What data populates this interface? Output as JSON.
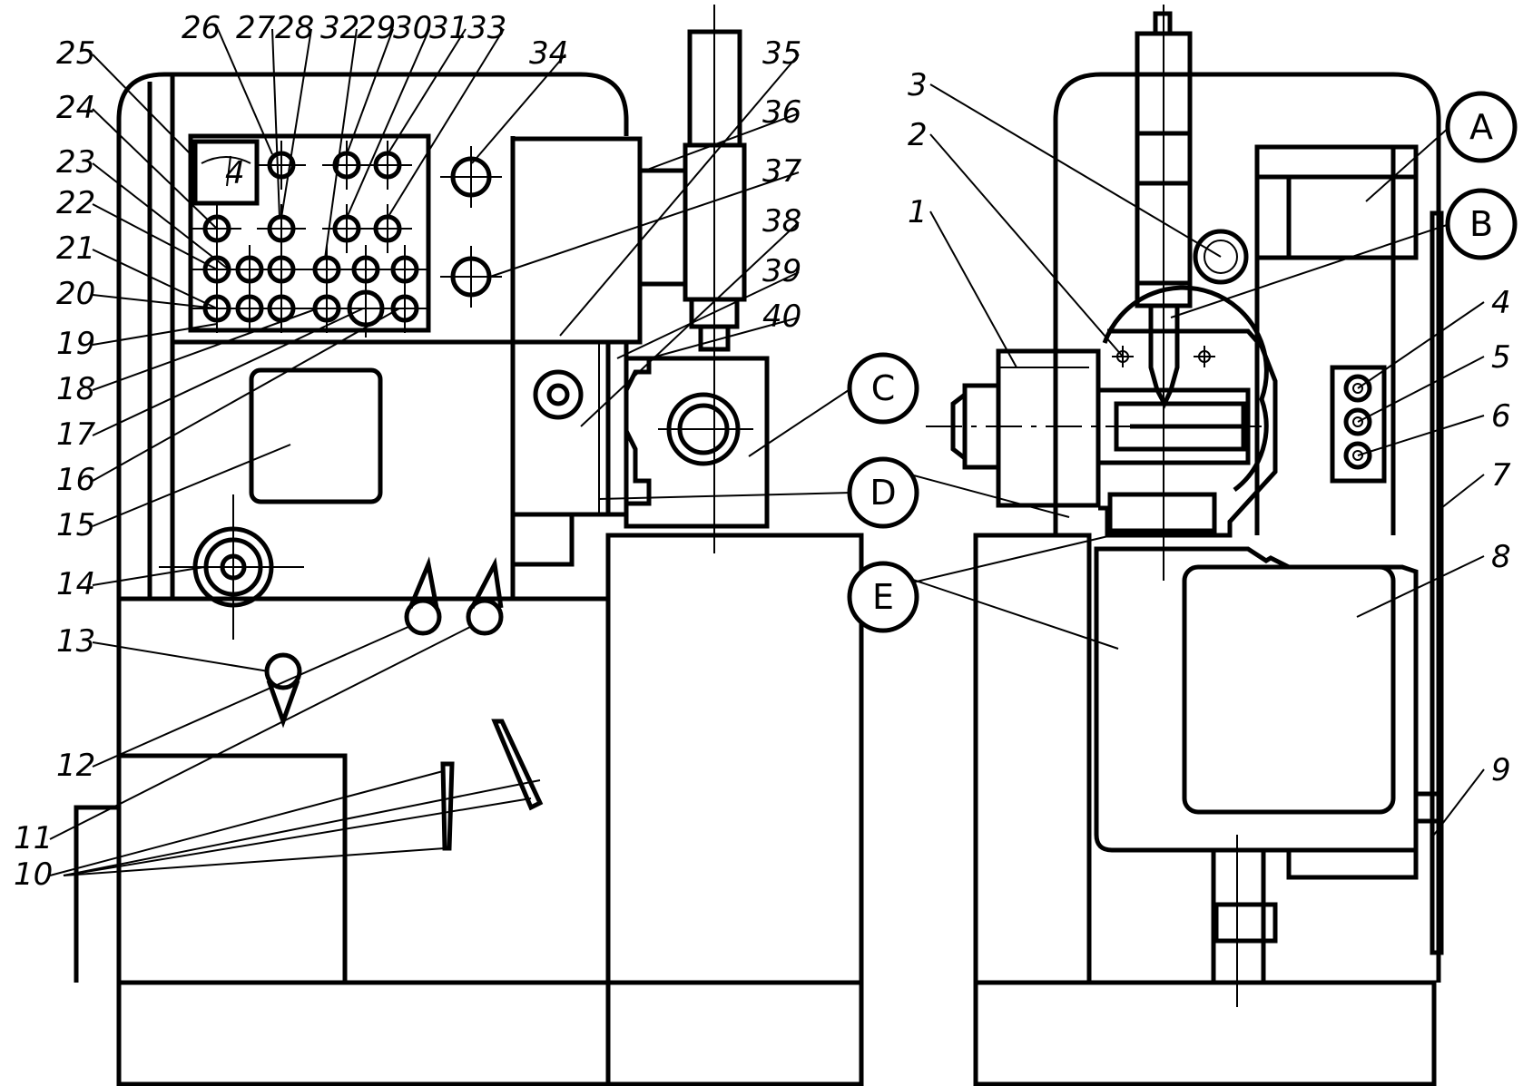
{
  "diagram": {
    "left_labels": [
      "25",
      "26",
      "27",
      "28",
      "32",
      "29",
      "30",
      "31",
      "33",
      "34",
      "35",
      "36",
      "37",
      "38",
      "39",
      "40",
      "24",
      "23",
      "22",
      "21",
      "20",
      "19",
      "18",
      "17",
      "16",
      "15",
      "14",
      "13",
      "12",
      "11",
      "10"
    ],
    "right_numbers": [
      "3",
      "2",
      "1",
      "4",
      "5",
      "6",
      "7",
      "8",
      "9"
    ],
    "letters": [
      "A",
      "B",
      "C",
      "D",
      "E"
    ],
    "dial": {
      "needle": "4"
    }
  }
}
